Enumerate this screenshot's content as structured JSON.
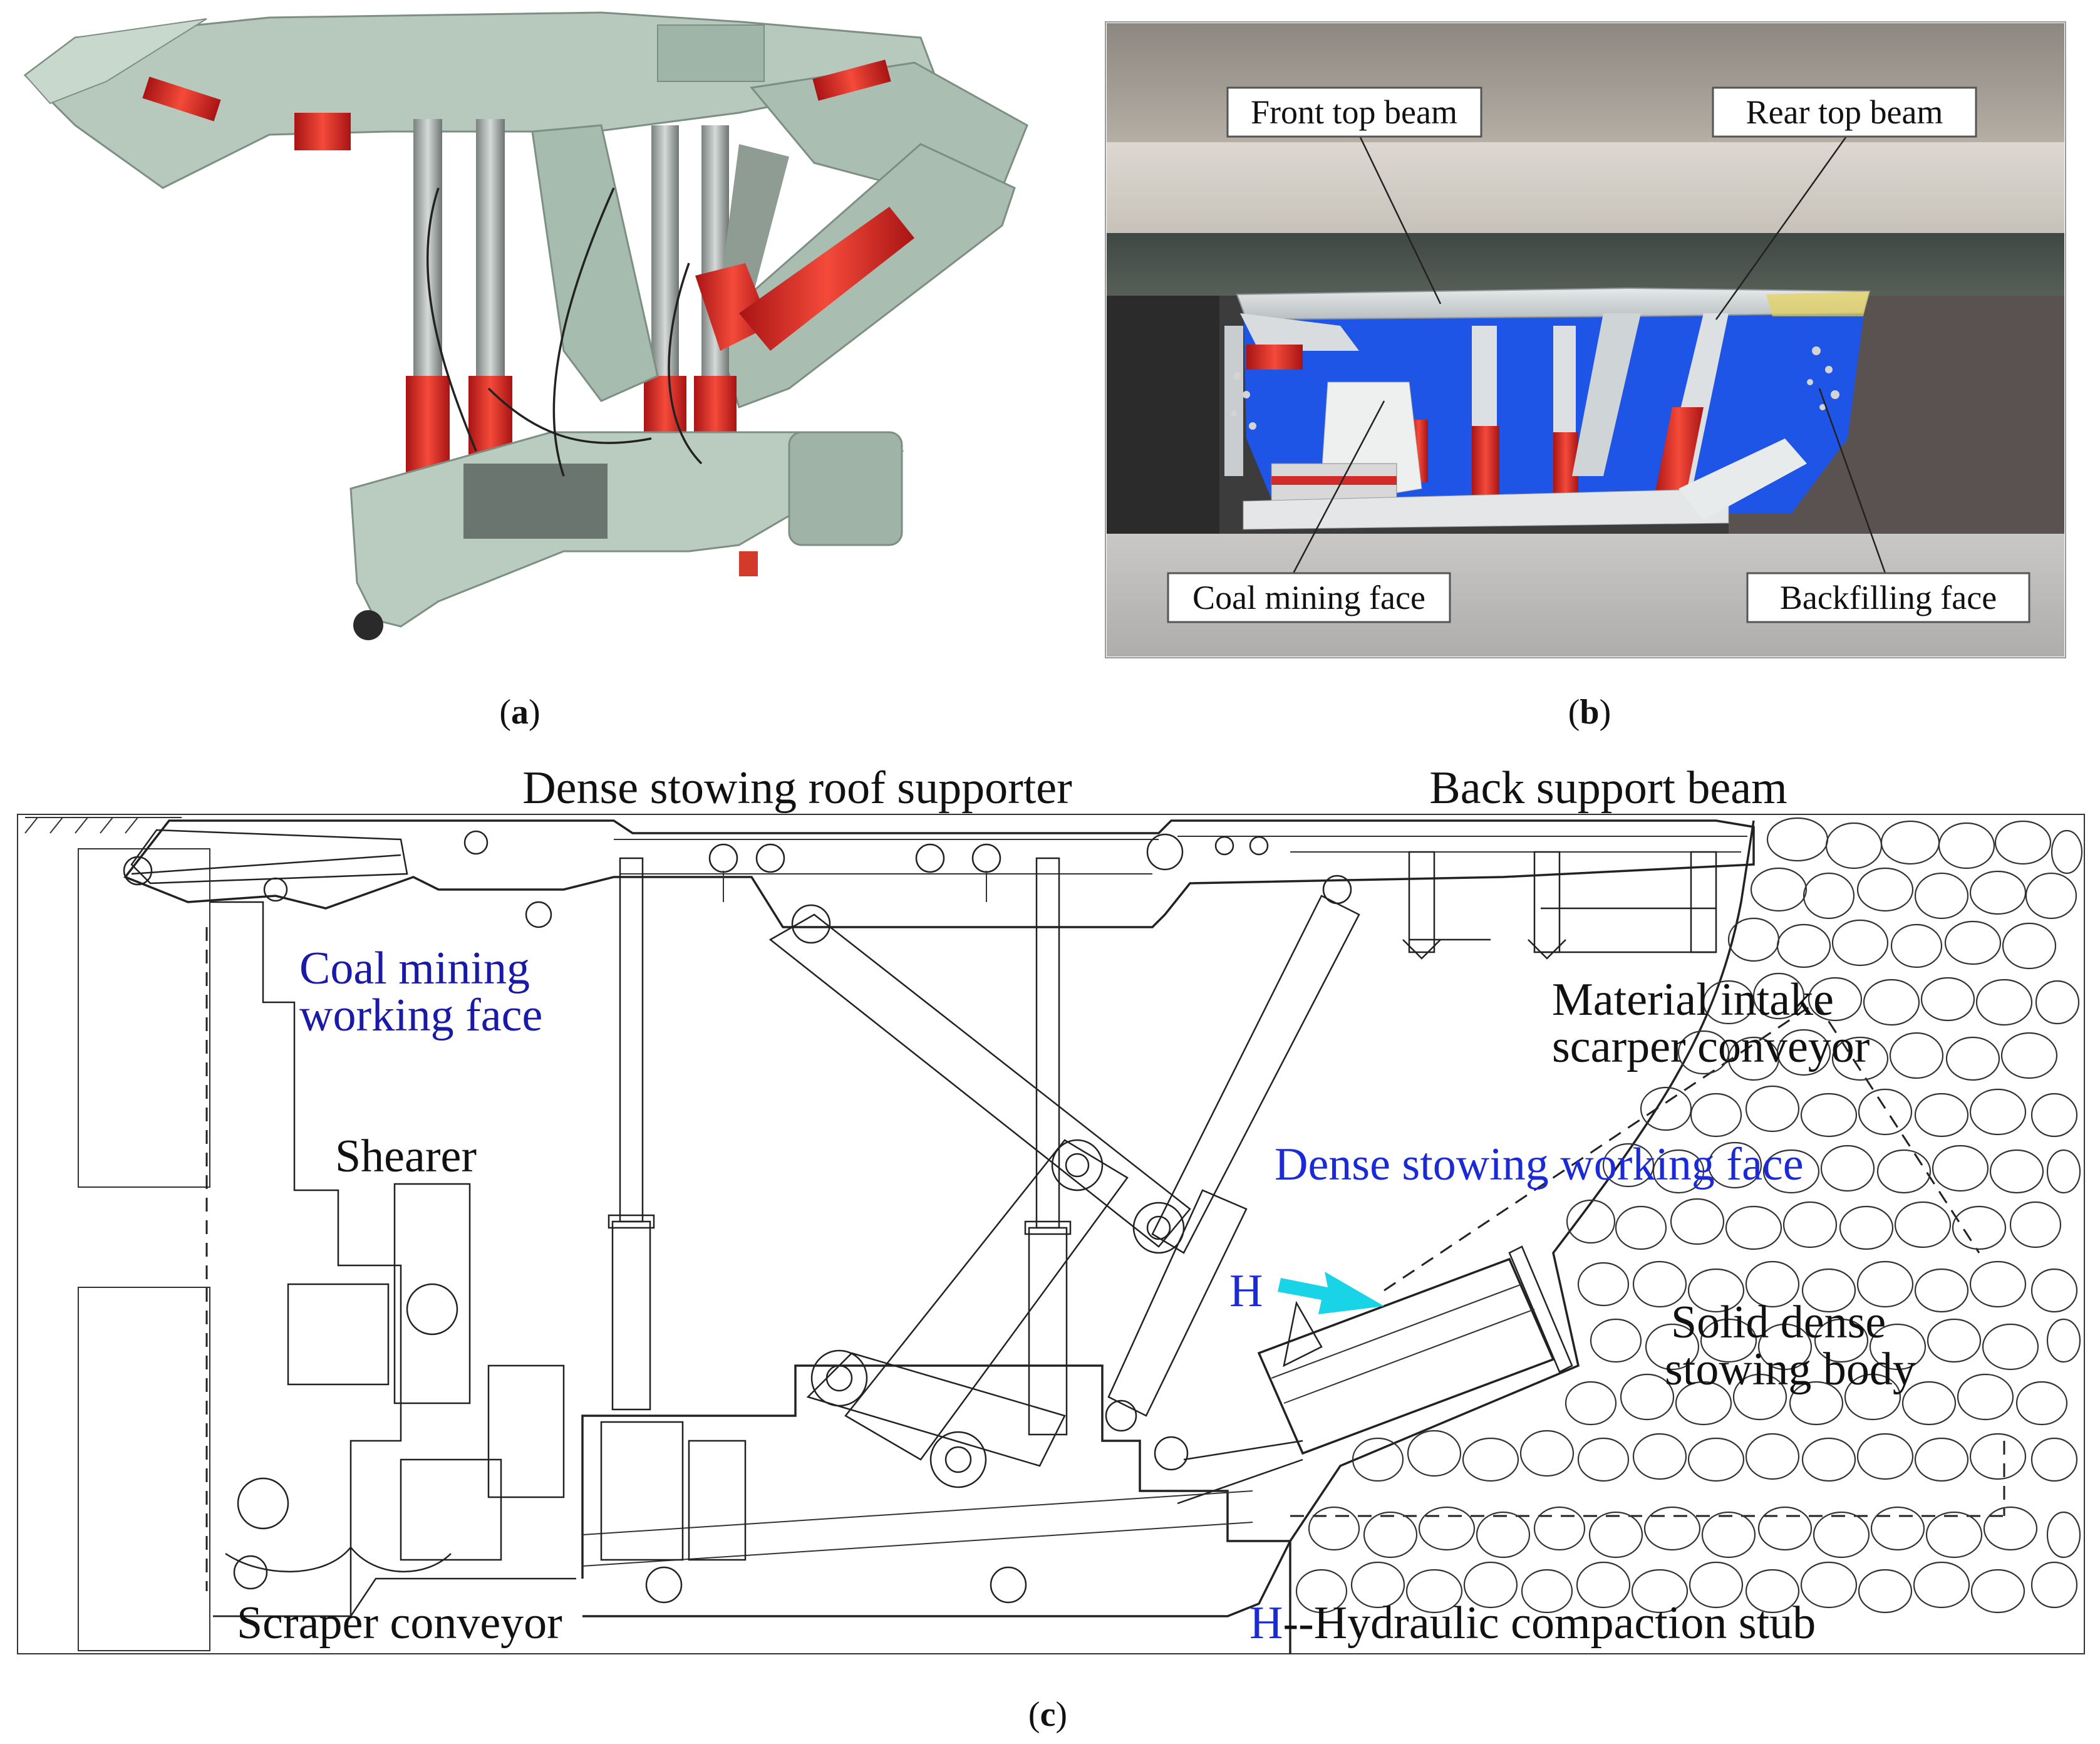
{
  "panels": {
    "a": {
      "label_open": "(",
      "label_letter": "a",
      "label_close": ")"
    },
    "b": {
      "label_open": "(",
      "label_letter": "b",
      "label_close": ")",
      "callouts": {
        "front_top_beam": "Front top beam",
        "rear_top_beam": "Rear top beam",
        "coal_mining_face": "Coal mining face",
        "backfilling_face": "Backfilling face"
      }
    },
    "c": {
      "label_open": "(",
      "label_letter": "c",
      "label_close": ")",
      "labels": {
        "dense_stowing_roof_supporter": "Dense stowing roof supporter",
        "back_support_beam": "Back support beam",
        "coal_mining_line1": "Coal mining",
        "coal_mining_line2": "working face",
        "shearer": "Shearer",
        "material_intake_line1": "Material intake",
        "material_intake_line2": "scarper conveyor",
        "dense_stowing_working_face": "Dense stowing working face",
        "h_marker": "H",
        "solid_dense_line1": "Solid dense",
        "solid_dense_line2": "stowing body",
        "scraper_conveyor": "Scraper conveyor",
        "h_legend_letter": "H",
        "h_legend_text": "--Hydraulic compaction stub"
      }
    }
  },
  "colors": {
    "support_body": "#b7c9bd",
    "cylinder_red": "#e02a2a",
    "sim_blue": "#1e55e6",
    "label_blue": "#1a1aa8",
    "arrow_cyan": "#19d4e6"
  }
}
